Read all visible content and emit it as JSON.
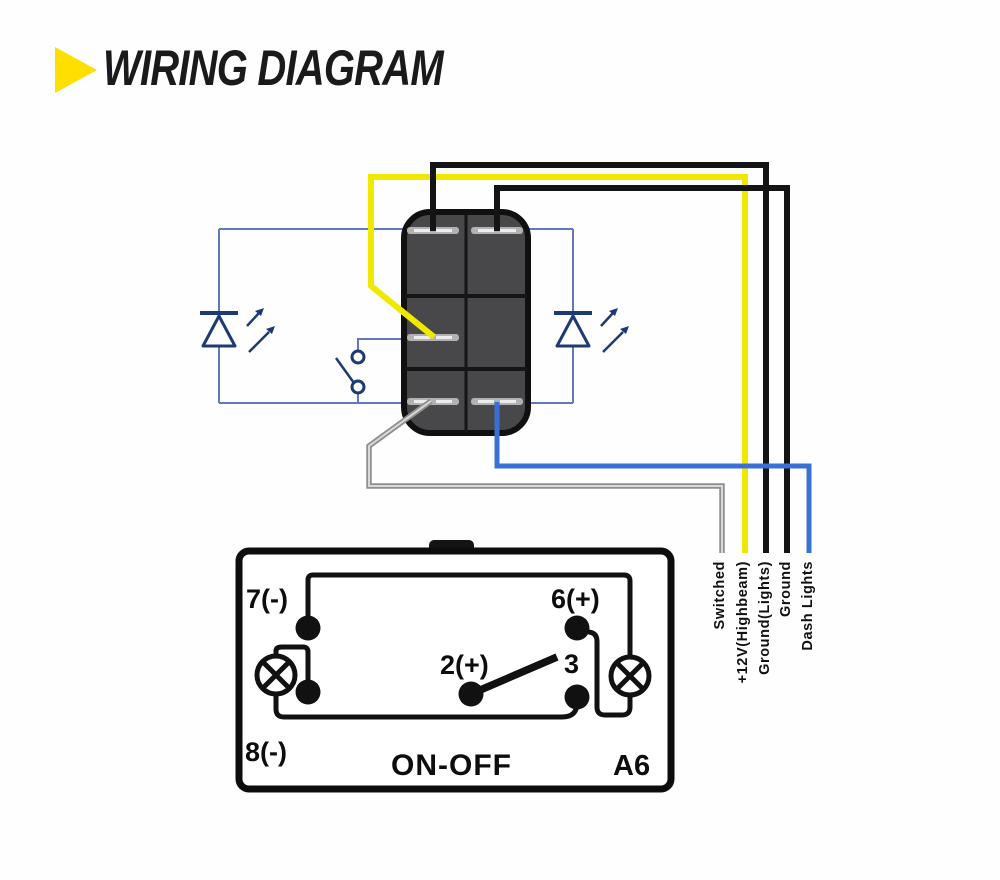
{
  "header": {
    "title": "WIRING DIAGRAM",
    "arrow_color": "#ffdf00"
  },
  "diagram": {
    "wires": [
      {
        "id": "switched",
        "label": "Switched",
        "color": "#9a9a9a"
      },
      {
        "id": "highbeam",
        "label": "+12V(Highbeam)",
        "color": "#f1e800"
      },
      {
        "id": "ground-lights",
        "label": "Ground(Lights)",
        "color": "#141414"
      },
      {
        "id": "ground",
        "label": "Ground",
        "color": "#141414"
      },
      {
        "id": "dash-lights",
        "label": "Dash Lights",
        "color": "#3a70d6"
      }
    ],
    "icons": {
      "led_left": "led-diode-icon",
      "led_right": "led-diode-icon",
      "toggle": "toggle-switch-icon",
      "rocker": "rocker-switch-icon",
      "lamp": "lamp-icon"
    },
    "circuit_color": "#6079bd",
    "symbol_color": "#1d3a73"
  },
  "connector_box": {
    "pins": {
      "p7": "7(-)",
      "p6": "6(+)",
      "p2": "2(+)",
      "p3": "3",
      "p8": "8(-)"
    },
    "switch_type": "ON-OFF",
    "model": "A6"
  }
}
